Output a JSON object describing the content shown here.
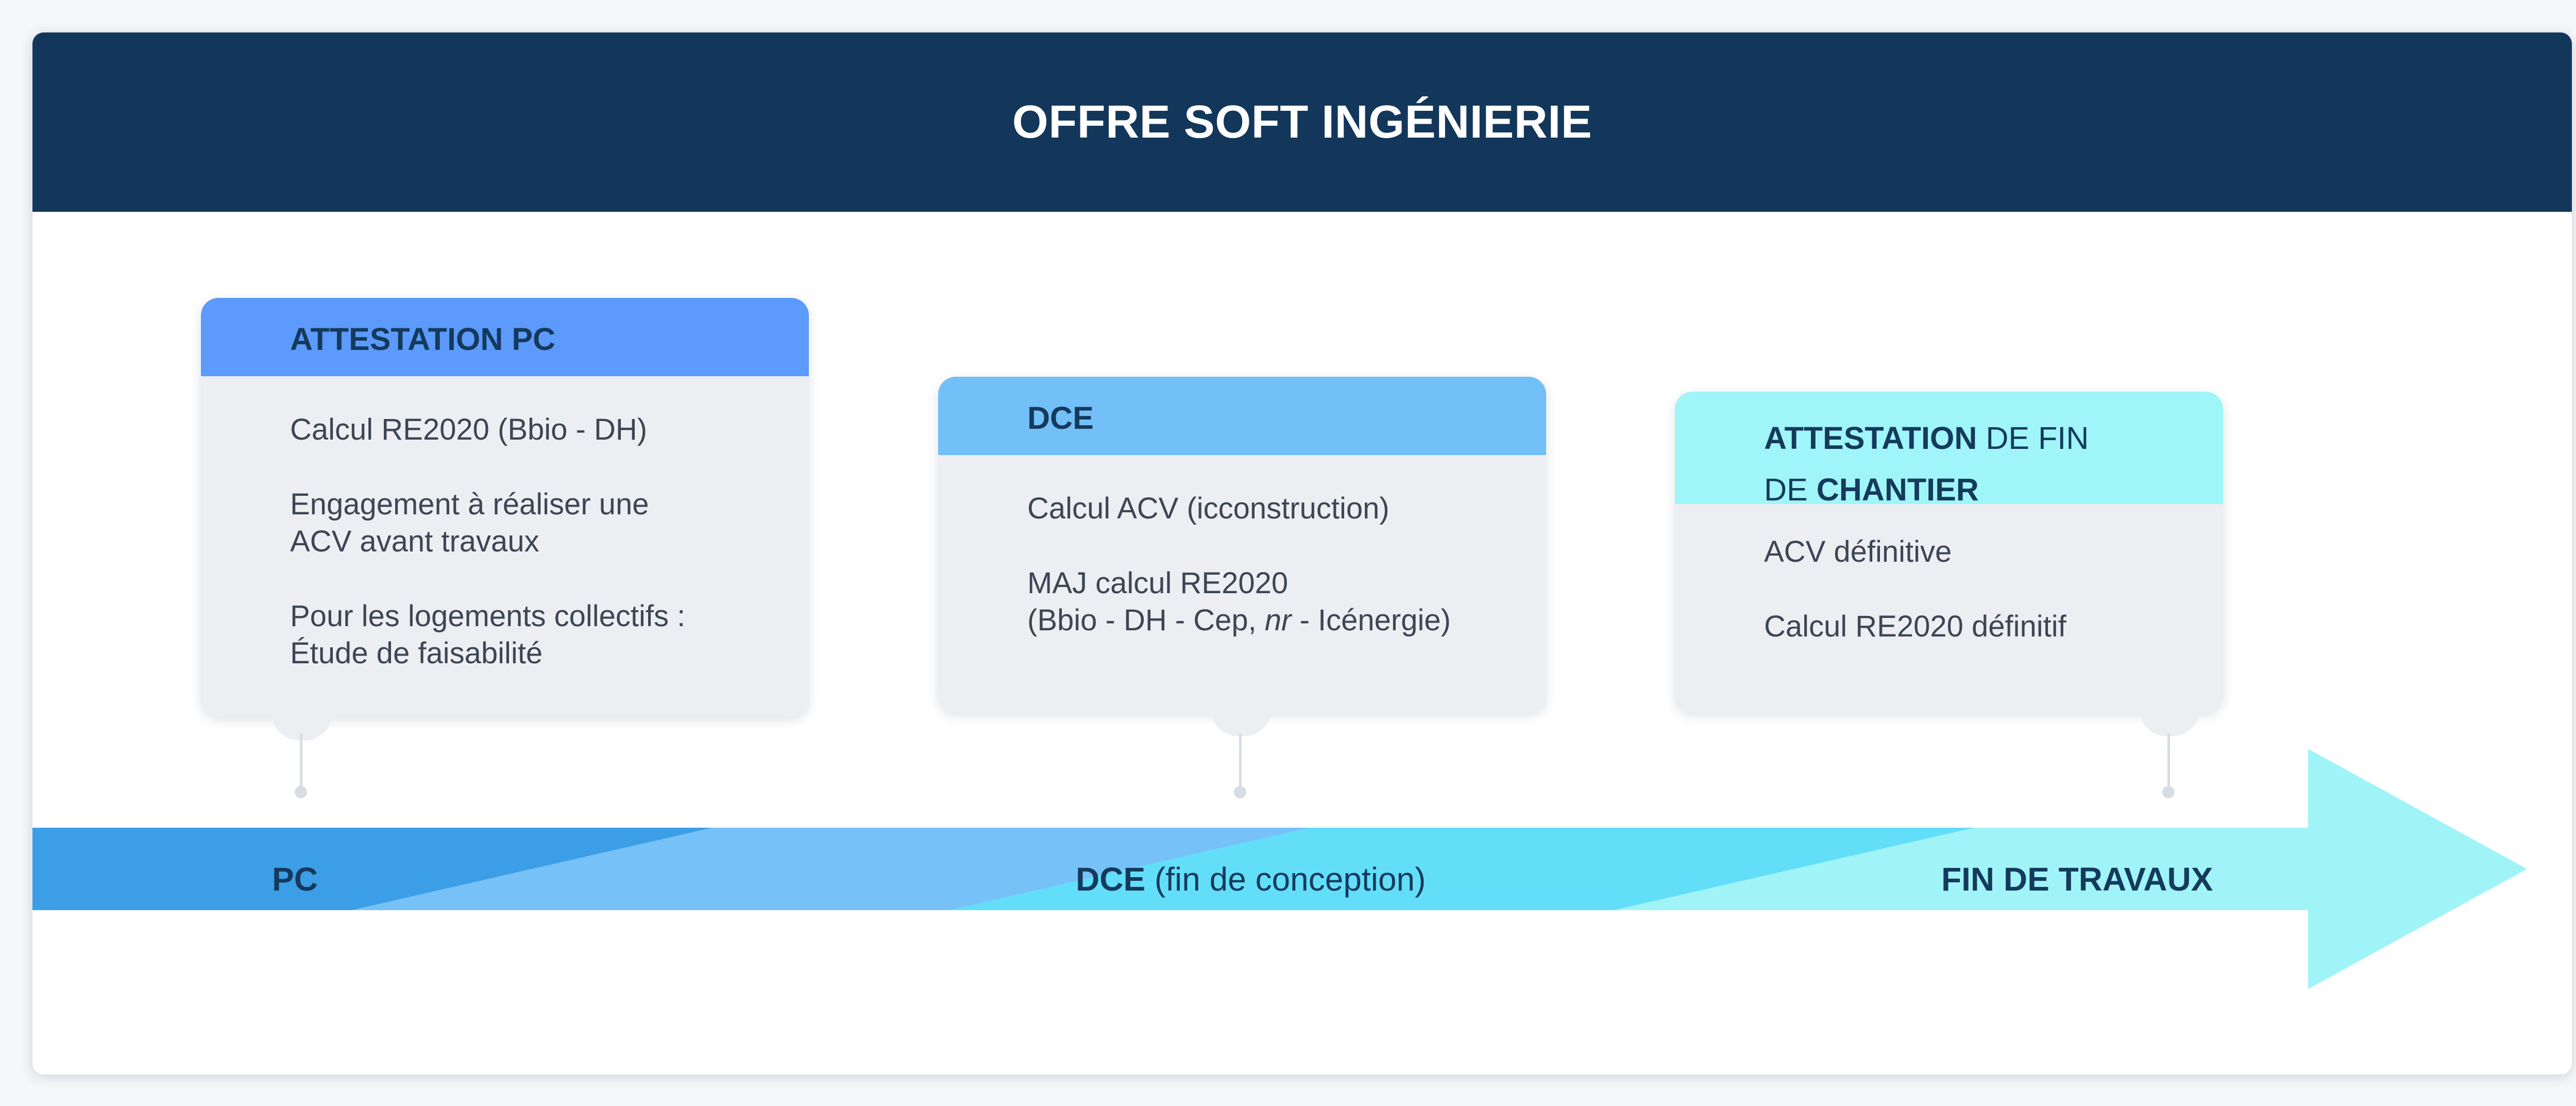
{
  "header": {
    "title": "OFFRE SOFT INGÉNIERIE"
  },
  "cards": [
    {
      "title": "ATTESTATION PC",
      "items": [
        {
          "line1": "Calcul RE2020 (Bbio - DH)",
          "line2": ""
        },
        {
          "line1": "Engagement à réaliser une",
          "line2": "ACV avant travaux"
        },
        {
          "line1": "Pour les logements collectifs :",
          "line2": "Étude de faisabilité"
        }
      ]
    },
    {
      "title": "DCE",
      "items": [
        {
          "line1": "Calcul ACV (icconstruction)",
          "line2": ""
        },
        {
          "line1": "MAJ calcul RE2020",
          "line2a": "(Bbio - DH - Cep, ",
          "line2b": "nr",
          "line2c": " - Icénergie)"
        }
      ]
    },
    {
      "title_parts": {
        "p1": "ATTESTATION",
        "p2": " DE FIN",
        "p3": "DE ",
        "p4": "CHANTIER"
      },
      "items": [
        {
          "line1": "ACV définitive"
        },
        {
          "line1": "Calcul RE2020 définitif"
        }
      ]
    }
  ],
  "timeline": {
    "labels": [
      {
        "strong": "PC",
        "rest": ""
      },
      {
        "strong": "DCE",
        "rest": " (fin de conception)"
      },
      {
        "strong": "FIN DE TRAVAUX",
        "rest": ""
      }
    ]
  },
  "colors": {
    "header_bg": "#13375b",
    "card1_head": "#5c9afb",
    "card2_head": "#73bff7",
    "card3_head": "#9ff5f8",
    "arrow_segment_1": "#3b9ee6",
    "arrow_segment_2": "#75c1f8",
    "arrow_segment_3": "#63def9",
    "arrow_segment_4": "#a0f4f8"
  }
}
